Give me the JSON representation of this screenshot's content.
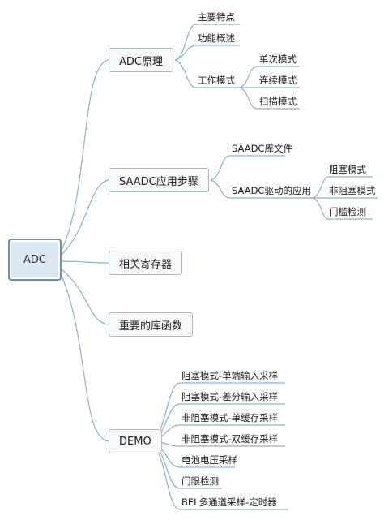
{
  "root": {
    "label": "ADC"
  },
  "branches": [
    {
      "label": "ADC原理",
      "children": [
        {
          "label": "主要特点"
        },
        {
          "label": "功能概述"
        },
        {
          "label": "工作模式",
          "children": [
            {
              "label": "单次模式"
            },
            {
              "label": "连续模式"
            },
            {
              "label": "扫描模式"
            }
          ]
        }
      ]
    },
    {
      "label": "SAADC应用步骤",
      "children": [
        {
          "label": "SAADC库文件"
        },
        {
          "label": "SAADC驱动的应用",
          "children": [
            {
              "label": "阻塞模式"
            },
            {
              "label": "非阻塞模式"
            },
            {
              "label": "门槛检测"
            }
          ]
        }
      ]
    },
    {
      "label": "相关寄存器"
    },
    {
      "label": "重要的库函数"
    },
    {
      "label": "DEMO",
      "children": [
        {
          "label": "阻塞模式-单端输入采样"
        },
        {
          "label": "阻塞模式-差分输入采样"
        },
        {
          "label": "非阻塞模式-单缓存采样"
        },
        {
          "label": "非阻塞模式-双缓存采样"
        },
        {
          "label": "电池电压采样"
        },
        {
          "label": "门限检测"
        },
        {
          "label": "BEL多通道采样-定时器"
        }
      ]
    }
  ],
  "colors": {
    "line": "#8fb0c9",
    "root_border": "#6d8fae",
    "root_fill": "#dbe7f3",
    "branch_border": "#a9b9c8"
  }
}
